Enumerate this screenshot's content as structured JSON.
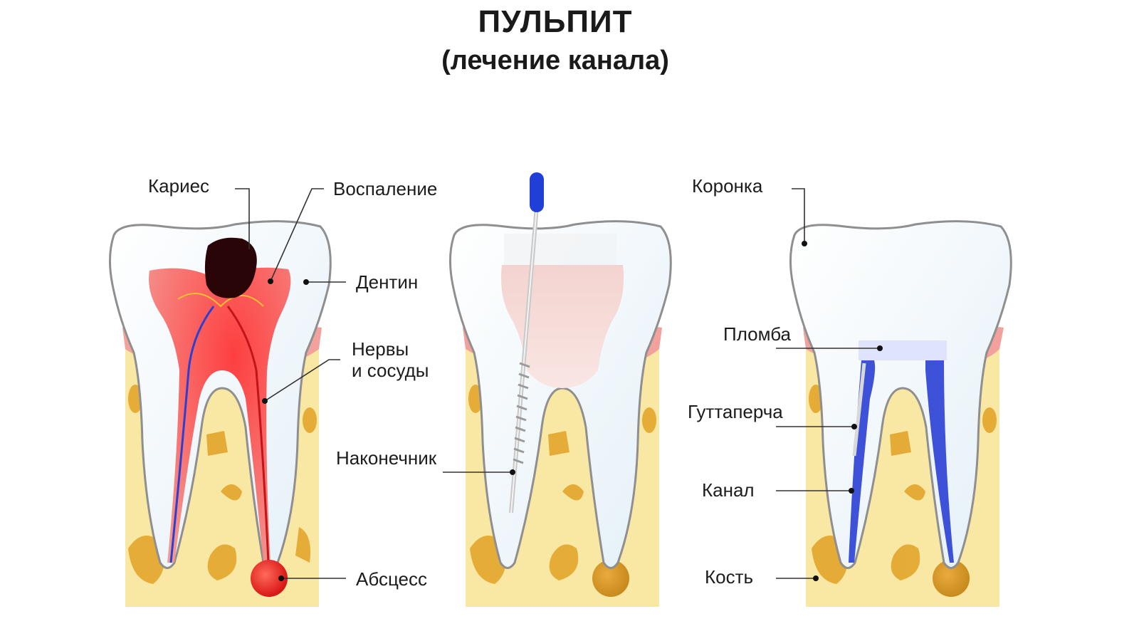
{
  "header": {
    "title": "ПУЛЬПИТ",
    "subtitle": "(лечение канала)"
  },
  "panels": [
    {
      "id": "diseased-tooth",
      "labels": {
        "caries": "Кариес",
        "inflammation": "Воспаление",
        "dentin": "Дентин",
        "nerves_line1": "Нервы",
        "nerves_line2": "и сосуды",
        "abscess": "Абсцесс"
      }
    },
    {
      "id": "treatment-tooth",
      "labels": {
        "tip": "Наконечник"
      }
    },
    {
      "id": "treated-tooth",
      "labels": {
        "crown": "Коронка",
        "filling": "Пломба",
        "gutta_percha": "Гуттаперча",
        "canal": "Канал",
        "bone": "Кость"
      }
    }
  ],
  "colors": {
    "bone": "#f7e7a0",
    "bone_spots": "#e3a629",
    "gum": "#f4a6a0",
    "enamel": "#eef6fb",
    "outline": "#8a8a8a",
    "pulp_inflamed": "#f0736e",
    "caries": "#2a0508",
    "abscess": "#e8231f",
    "instrument_handle": "#1f3fd6",
    "canal_fill": "#3d52d8"
  }
}
